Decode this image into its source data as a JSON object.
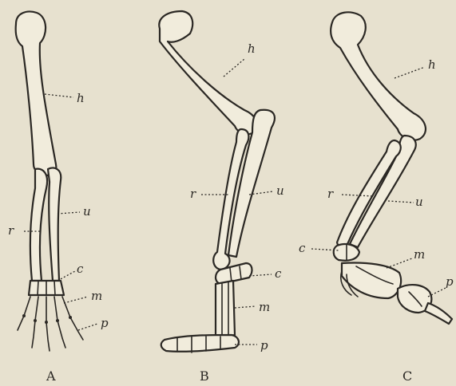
{
  "figures": [
    {
      "caption": "A",
      "labels": {
        "humerus": "h",
        "ulna": "u",
        "radius": "r",
        "carpus": "c",
        "metacarpus": "m",
        "phalanges": "p"
      }
    },
    {
      "caption": "B",
      "labels": {
        "humerus": "h",
        "radius": "r",
        "ulna": "u",
        "carpus": "c",
        "metacarpus": "m",
        "phalanges": "p"
      }
    },
    {
      "caption": "C",
      "labels": {
        "humerus": "h",
        "radius": "r",
        "ulna": "u",
        "carpus": "c",
        "metacarpus": "m",
        "phalanges": "p"
      }
    }
  ],
  "colors": {
    "paper": "#e7e1cf",
    "ink": "#2b2824",
    "bone": "#f1ecdc"
  }
}
